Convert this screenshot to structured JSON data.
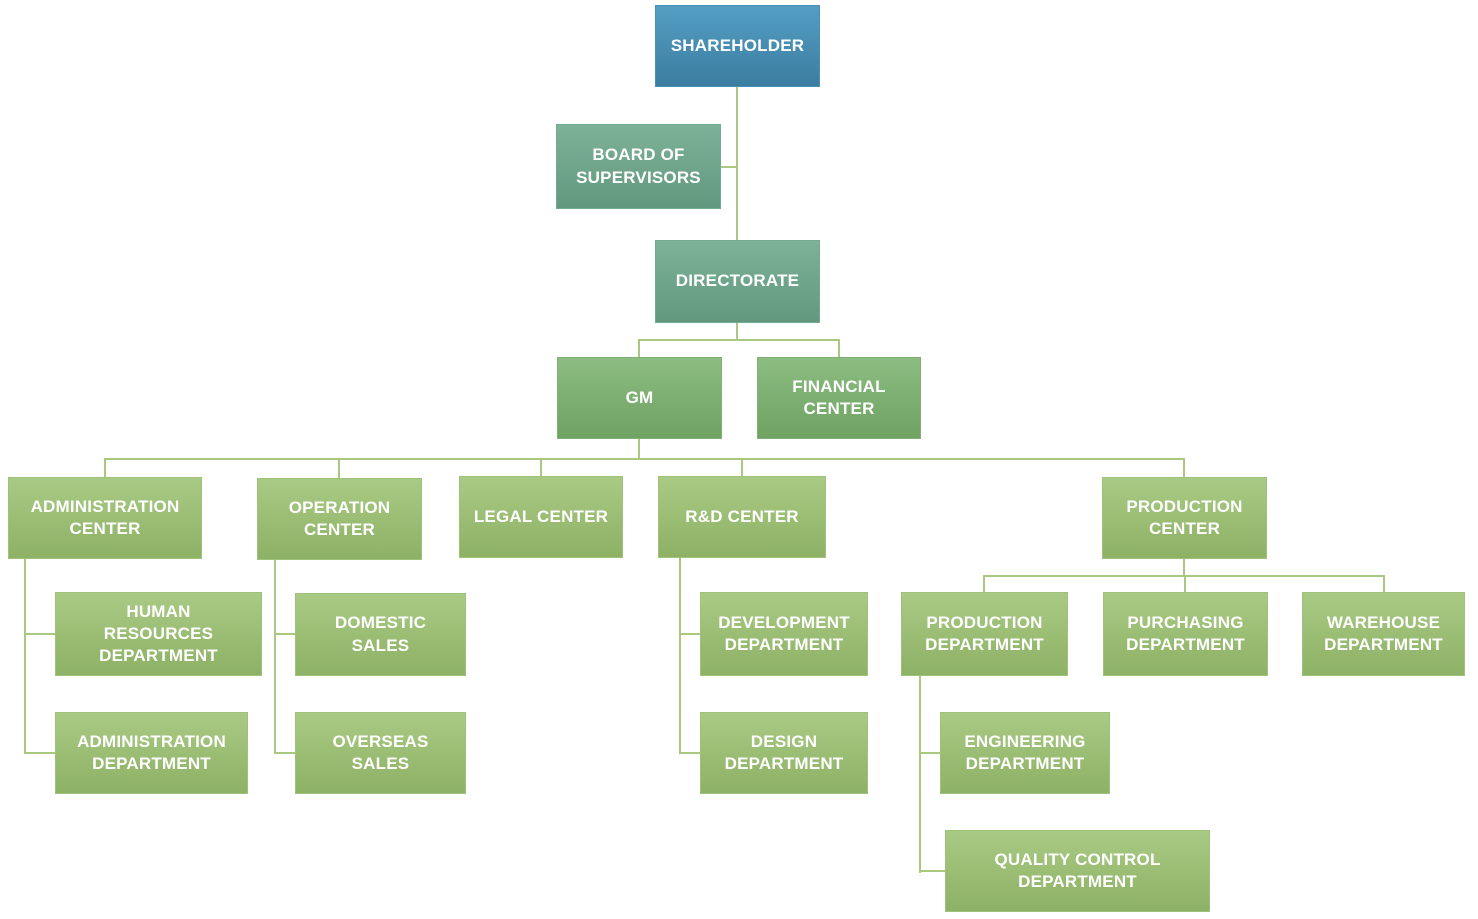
{
  "palette": {
    "shareholder_blue_top": "#549ec3",
    "shareholder_blue_bottom": "#3b7da1",
    "teal_top": "#7eb298",
    "teal_bottom": "#61987e",
    "green_top": "#8cbc81",
    "green_bottom": "#6fa263",
    "light_green_top": "#a9ca84",
    "light_green_bottom": "#8db165",
    "connector": "#a9c981",
    "text": "#ffffff"
  },
  "org": {
    "shareholder": {
      "label": "SHAREHOLDER"
    },
    "board_of_supervisors": {
      "label": "BOARD OF\nSUPERVISORS"
    },
    "directorate": {
      "label": "DIRECTORATE"
    },
    "gm": {
      "label": "GM"
    },
    "financial_center": {
      "label": "FINANCIAL\nCENTER"
    },
    "administration_center": {
      "label": "ADMINISTRATION\nCENTER"
    },
    "operation_center": {
      "label": "OPERATION\nCENTER"
    },
    "legal_center": {
      "label": "LEGAL CENTER"
    },
    "rd_center": {
      "label": "R&D CENTER"
    },
    "production_center": {
      "label": "PRODUCTION\nCENTER"
    },
    "human_resources_department": {
      "label": "HUMAN\nRESOURCES\nDEPARTMENT"
    },
    "administration_department": {
      "label": "ADMINISTRATION\nDEPARTMENT"
    },
    "domestic_sales": {
      "label": "DOMESTIC\nSALES"
    },
    "overseas_sales": {
      "label": "OVERSEAS\nSALES"
    },
    "development_department": {
      "label": "DEVELOPMENT\nDEPARTMENT"
    },
    "design_department": {
      "label": "DESIGN\nDEPARTMENT"
    },
    "production_department": {
      "label": "PRODUCTION\nDEPARTMENT"
    },
    "purchasing_department": {
      "label": "PURCHASING\nDEPARTMENT"
    },
    "warehouse_department": {
      "label": "WAREHOUSE\nDEPARTMENT"
    },
    "engineering_department": {
      "label": "ENGINEERING\nDEPARTMENT"
    },
    "quality_control_department": {
      "label": "QUALITY CONTROL\nDEPARTMENT"
    }
  },
  "edges": [
    [
      "shareholder",
      "board_of_supervisors"
    ],
    [
      "shareholder",
      "directorate"
    ],
    [
      "directorate",
      "gm"
    ],
    [
      "directorate",
      "financial_center"
    ],
    [
      "gm",
      "administration_center"
    ],
    [
      "gm",
      "operation_center"
    ],
    [
      "gm",
      "legal_center"
    ],
    [
      "gm",
      "rd_center"
    ],
    [
      "gm",
      "production_center"
    ],
    [
      "administration_center",
      "human_resources_department"
    ],
    [
      "administration_center",
      "administration_department"
    ],
    [
      "operation_center",
      "domestic_sales"
    ],
    [
      "operation_center",
      "overseas_sales"
    ],
    [
      "rd_center",
      "development_department"
    ],
    [
      "rd_center",
      "design_department"
    ],
    [
      "production_center",
      "production_department"
    ],
    [
      "production_center",
      "purchasing_department"
    ],
    [
      "production_center",
      "warehouse_department"
    ],
    [
      "production_department",
      "engineering_department"
    ],
    [
      "production_department",
      "quality_control_department"
    ]
  ]
}
